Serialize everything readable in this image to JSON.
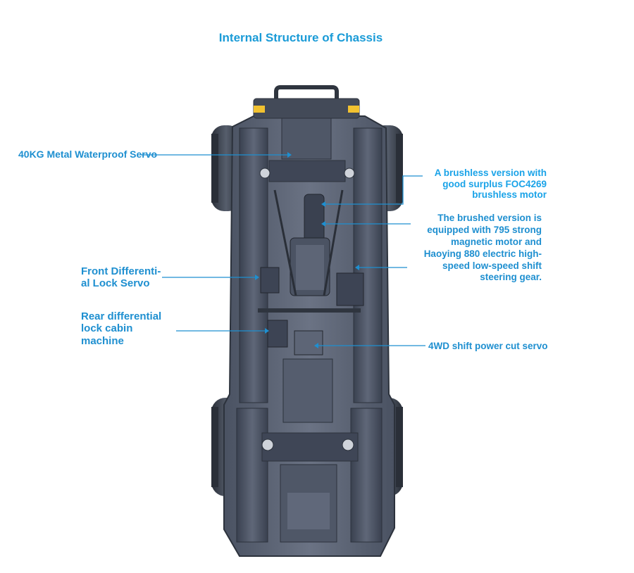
{
  "title": "Internal Structure of Chassis",
  "labels": {
    "servo": "40KG Metal Waterproof Servo",
    "brushless": [
      "A brushless version with",
      "good surplus FOC4269",
      "brushless motor"
    ],
    "brushed": [
      "The brushed version is",
      "equipped with 795 strong",
      "magnetic motor and",
      "Haoying 880 electric high-",
      "speed low-speed shift",
      "steering gear."
    ],
    "front_lock": [
      "Front Differenti-",
      "al Lock Servo"
    ],
    "rear_lock": [
      "Rear differential",
      "lock cabin",
      "machine"
    ],
    "shift_4wd": "4WD shift power cut servo"
  },
  "colors": {
    "accent": "#1e8fd0",
    "chassis_dark": "#3a4150",
    "chassis_mid": "#555d6e",
    "chassis_light": "#7a8292"
  },
  "icons": [
    "chassis-illustration"
  ]
}
